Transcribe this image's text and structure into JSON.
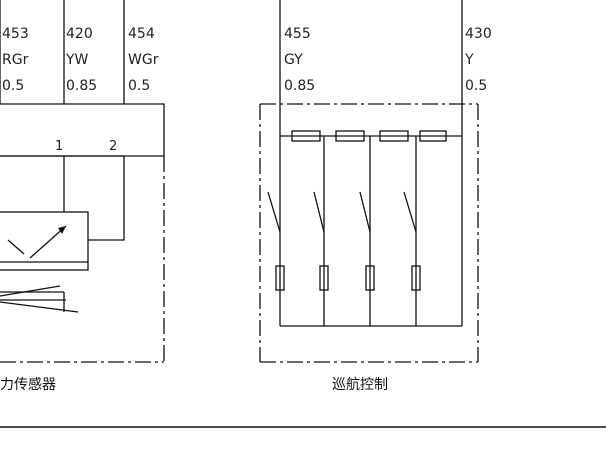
{
  "wires": [
    {
      "number": "453",
      "color": "RGr",
      "gauge": "0.5"
    },
    {
      "number": "420",
      "color": "YW",
      "gauge": "0.85"
    },
    {
      "number": "454",
      "color": "WGr",
      "gauge": "0.5"
    },
    {
      "number": "455",
      "color": "GY",
      "gauge": "0.85"
    },
    {
      "number": "430",
      "color": "Y",
      "gauge": "0.5"
    }
  ],
  "pins": {
    "pin1": "1",
    "pin2": "2"
  },
  "captions": {
    "left": "压力传感器",
    "right": "巡航控制"
  }
}
